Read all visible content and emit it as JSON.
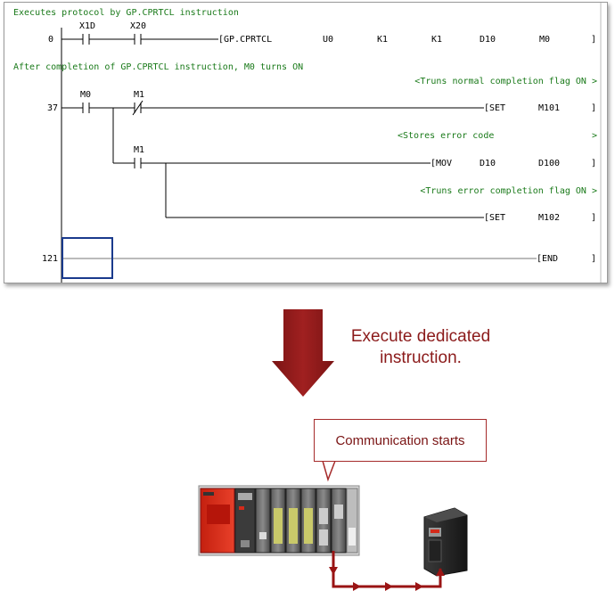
{
  "ladder": {
    "header_comment": "Executes protocol by GP.CPRTCL instruction",
    "comment2": "After completion of GP.CPRTCL instruction, M0 turns ON",
    "comment_normal": "<Truns normal completion flag ON >",
    "comment_error_code": "<Stores error code",
    "comment_error_code_end": ">",
    "comment_error_flag": "<Truns error completion flag ON  >",
    "steps": [
      "0",
      "37",
      "121"
    ],
    "contacts": {
      "x1d": "X1D",
      "x20": "X20",
      "m0": "M0",
      "m1a": "M1",
      "m1b": "M1"
    },
    "instr1": [
      "[GP.CPRTCL",
      "U0",
      "K1",
      "K1",
      "D10",
      "M0"
    ],
    "instr_set1": [
      "[SET",
      "M101"
    ],
    "instr_mov": [
      "[MOV",
      "D10",
      "D100"
    ],
    "instr_set2": [
      "[SET",
      "M102"
    ],
    "instr_end": "[END",
    "bracket": "]"
  },
  "arrow_caption_line1": "Execute dedicated",
  "arrow_caption_line2": "instruction.",
  "callout_text": "Communication starts",
  "colors": {
    "arrow": "#8b1a1a",
    "cursor": "#1a3a8c",
    "comment": "#1a7a1a",
    "plc_red": "#d42a1a"
  }
}
